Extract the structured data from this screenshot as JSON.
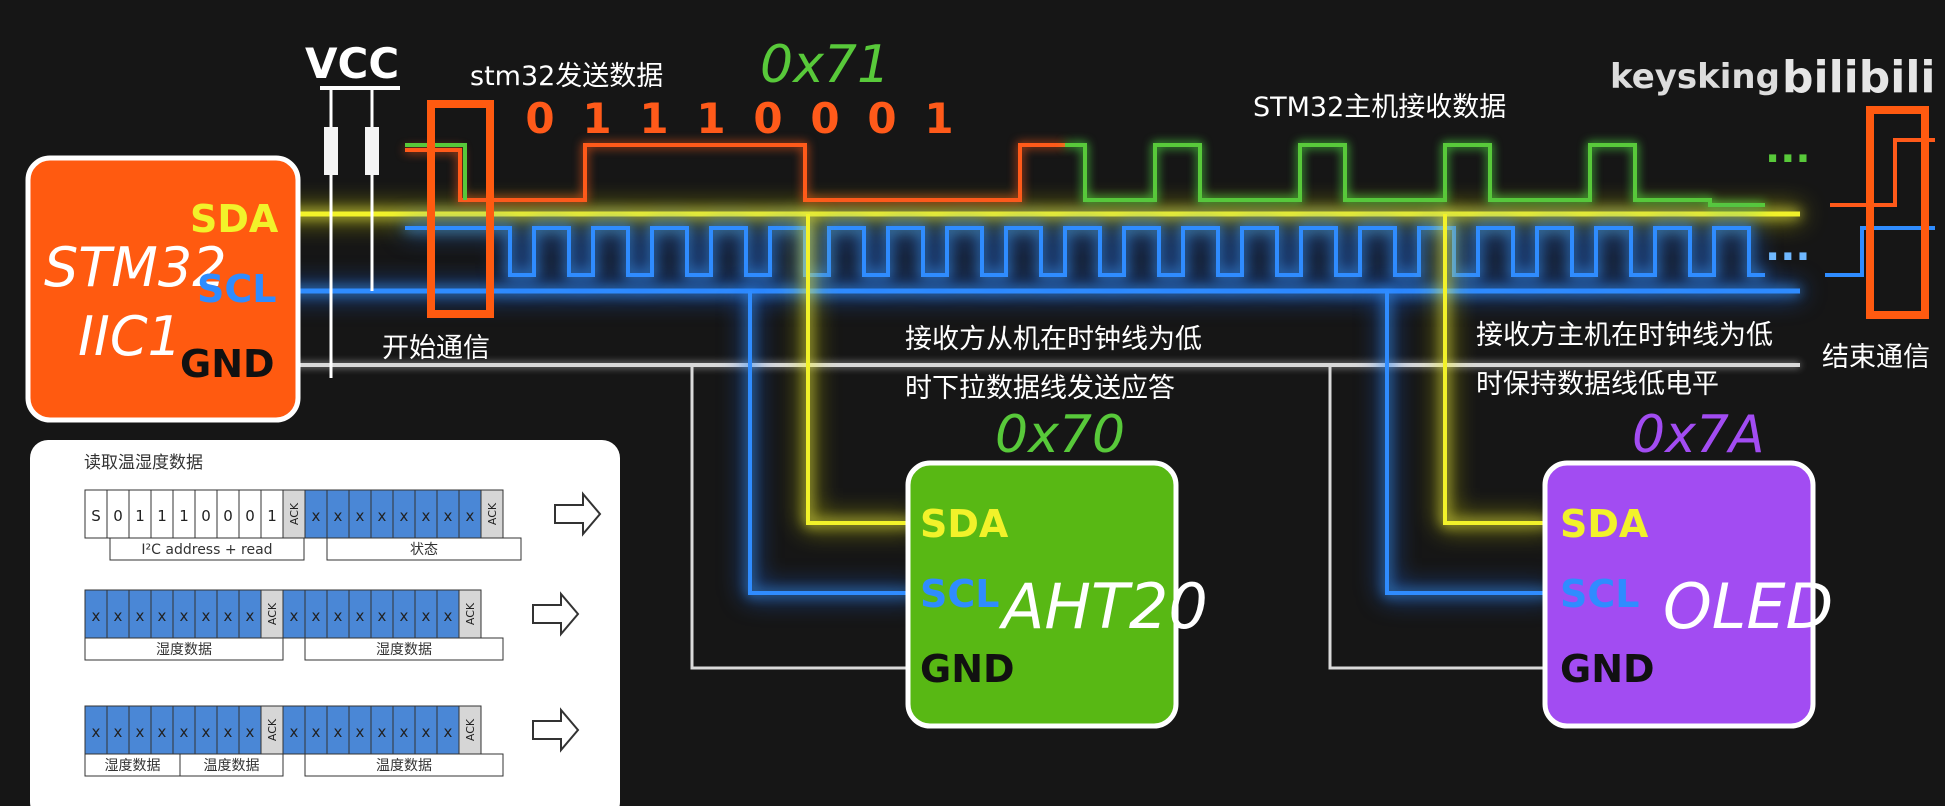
{
  "header": {
    "vcc_label": "VCC"
  },
  "brand": {
    "author": "keysking",
    "platform": "bilibili"
  },
  "colors": {
    "sda": "#f2f22a",
    "scl": "#2f8cff",
    "gnd": "#d9d9d9",
    "master_tx": "#ff5a1a",
    "master_rx": "#58c93a",
    "stm32_box": "#ff5a10",
    "aht20_box": "#58b814",
    "oled_box": "#a24cf2"
  },
  "master": {
    "name_line1": "STM32",
    "name_line2": "IIC1",
    "pins": [
      "SDA",
      "SCL",
      "GND"
    ]
  },
  "timing": {
    "tx_caption": "stm32发送数据",
    "tx_hex": "0x71",
    "bits": [
      "0",
      "1",
      "1",
      "1",
      "0",
      "0",
      "0",
      "1"
    ],
    "rx_caption": "STM32主机接收数据",
    "start_label": "开始通信",
    "end_label": "结束通信",
    "ellipsis": "···",
    "slave_ack_note_line1": "接收方从机在时钟线为低",
    "slave_ack_note_line2": "时下拉数据线发送应答",
    "master_ack_note_line1": "接收方主机在时钟线为低",
    "master_ack_note_line2": "时保持数据线低电平"
  },
  "devices": [
    {
      "name": "AHT20",
      "hex": "0x70",
      "pins": [
        "SDA",
        "SCL",
        "GND"
      ]
    },
    {
      "name": "OLED",
      "hex": "0x7A",
      "pins": [
        "SDA",
        "SCL",
        "GND"
      ]
    }
  ],
  "datasheet": {
    "title": "读取温湿度数据",
    "row1": {
      "cells": [
        "S",
        "0",
        "1",
        "1",
        "1",
        "0",
        "0",
        "0",
        "1",
        "ACK",
        "x",
        "x",
        "x",
        "x",
        "x",
        "x",
        "x",
        "x",
        "ACK"
      ],
      "labels": [
        "I²C address + read",
        "状态"
      ]
    },
    "row2": {
      "cells": [
        "x",
        "x",
        "x",
        "x",
        "x",
        "x",
        "x",
        "x",
        "ACK",
        "x",
        "x",
        "x",
        "x",
        "x",
        "x",
        "x",
        "x",
        "ACK"
      ],
      "labels": [
        "湿度数据",
        "湿度数据"
      ]
    },
    "row3": {
      "cells": [
        "x",
        "x",
        "x",
        "x",
        "x",
        "x",
        "x",
        "x",
        "ACK",
        "x",
        "x",
        "x",
        "x",
        "x",
        "x",
        "x",
        "x",
        "ACK"
      ],
      "labels": [
        "湿度数据",
        "温度数据",
        "温度数据"
      ]
    }
  }
}
